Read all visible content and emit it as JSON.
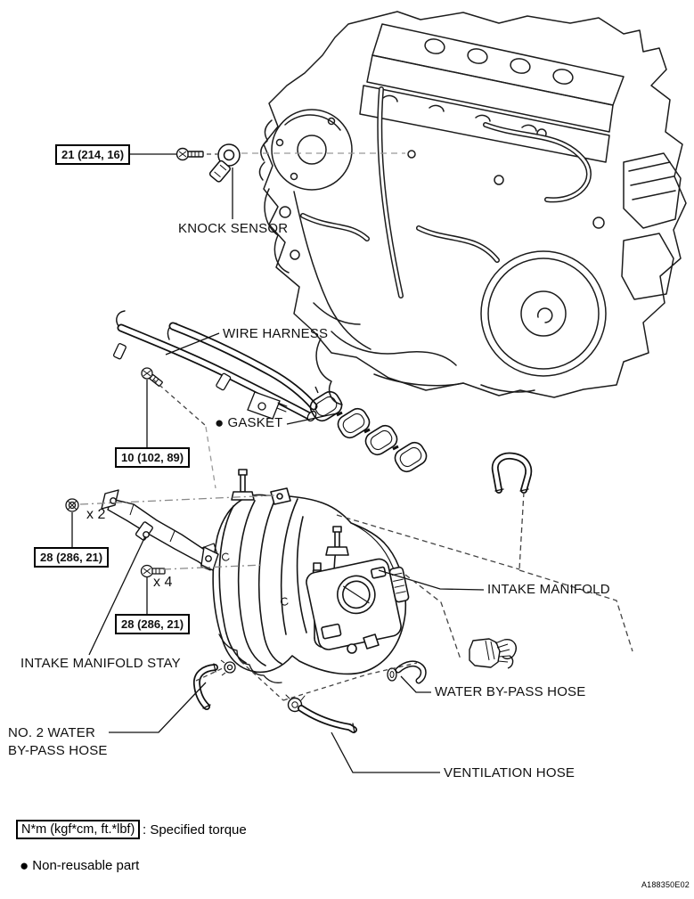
{
  "labels": {
    "knock_sensor": "KNOCK SENSOR",
    "wire_harness": "WIRE HARNESS",
    "gasket": "GASKET",
    "intake_manifold": "INTAKE MANIFOLD",
    "intake_manifold_stay": "INTAKE MANIFOLD STAY",
    "water_bypass_hose": "WATER BY-PASS HOSE",
    "no2_water_bypass_hose_line1": "NO. 2 WATER",
    "no2_water_bypass_hose_line2": "BY-PASS HOSE",
    "ventilation_hose": "VENTILATION HOSE"
  },
  "torque_boxes": {
    "knock_sensor_bolt": "21 (214, 16)",
    "wire_harness_bolt": "10 (102, 89)",
    "stay_nut": "28 (286, 21)",
    "stay_bolt": "28 (286, 21)"
  },
  "quantities": {
    "stay_nut": "x 2",
    "stay_bolt": "x 4"
  },
  "legend": {
    "torque_unit_box": "N*m (kgf*cm, ft.*lbf)",
    "torque_suffix": ": Specified torque",
    "nonreusable": "Non-reusable part"
  },
  "glyphs": {
    "bullet": "●"
  },
  "figure_code": "A188350E02"
}
